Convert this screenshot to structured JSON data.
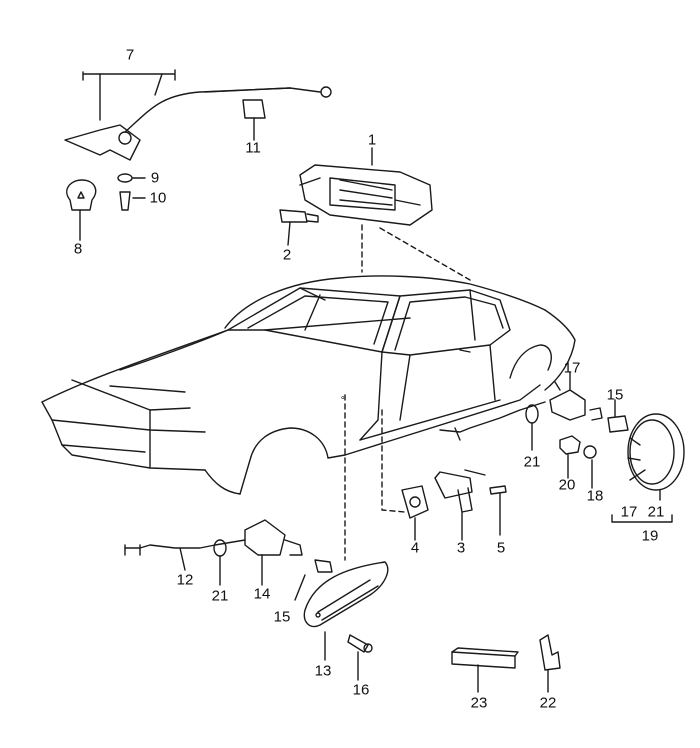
{
  "labels": {
    "l1": "1",
    "l2": "2",
    "l3": "3",
    "l4": "4",
    "l5": "5",
    "l7": "7",
    "l8": "8",
    "l9": "9",
    "l10": "10",
    "l11": "11",
    "l12": "12",
    "l13": "13",
    "l14": "14",
    "l15a": "15",
    "l15b": "15",
    "l16": "16",
    "l17a": "17",
    "l17b": "17",
    "l18": "18",
    "l19": "19",
    "l20": "20",
    "l21a": "21",
    "l21b": "21",
    "l21c": "21",
    "l22": "22",
    "l23": "23"
  },
  "colors": {
    "ink": "#1a1a1a",
    "paper": "#ffffff"
  }
}
